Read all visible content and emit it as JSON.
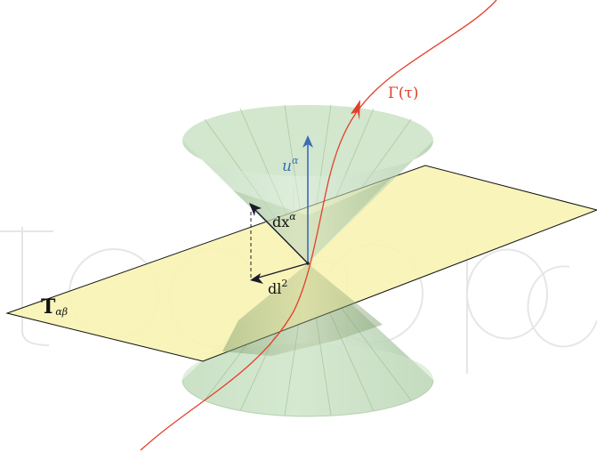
{
  "labels": {
    "worldline_label": "Γ(τ)",
    "four_velocity_label": "u",
    "four_velocity_sup": "α",
    "displacement_label": "dx",
    "displacement_sup": "α",
    "proper_length_label": "dl",
    "proper_length_sup": "2",
    "tangent_space_label": "T",
    "tangent_space_sub": "αβ"
  },
  "watermark_text": "tech open",
  "colors": {
    "worldline": "#e2402a",
    "four_velocity": "#3e6bb5",
    "plane_fill": "#f8f3b4",
    "cone_fill": "#cfe7cc",
    "vectors": "#111111"
  }
}
